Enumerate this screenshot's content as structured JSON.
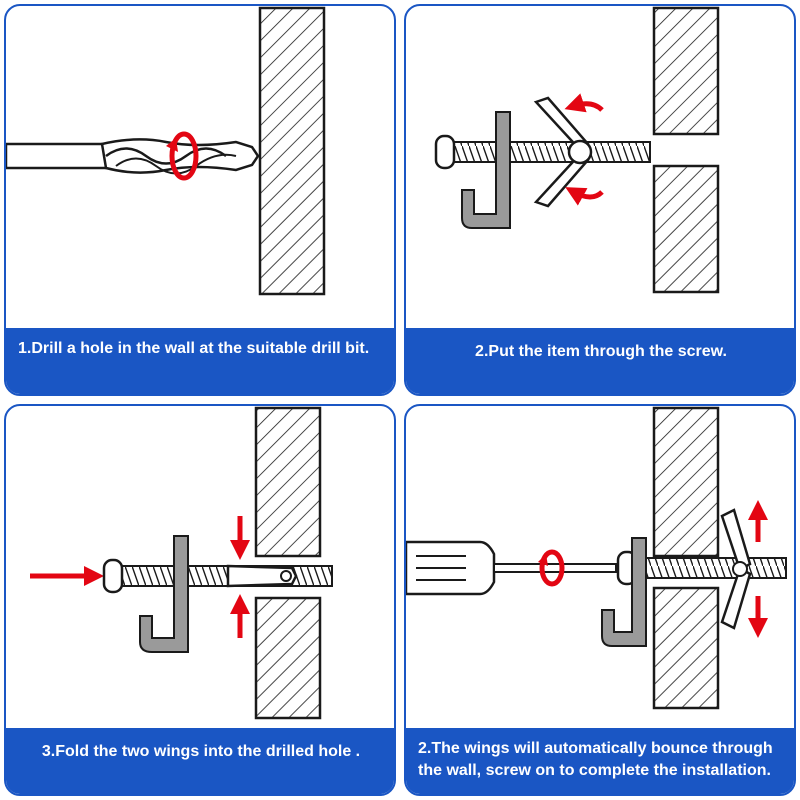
{
  "colors": {
    "accent": "#1a56c4",
    "arrow": "#e30613",
    "line": "#1a1a1a",
    "hook": "#9a9a9a"
  },
  "panels": [
    {
      "caption": "1.Drill a hole in the wall at the suitable drill bit."
    },
    {
      "caption": "2.Put the item through the screw."
    },
    {
      "caption": "3.Fold the two wings into the drilled hole ."
    },
    {
      "caption": "2.The wings will automatically bounce through the wall, screw on to complete the installation."
    }
  ],
  "icons": [
    "drill-bit-icon",
    "rotation-arrow-icon",
    "wall-icon",
    "screw-icon",
    "toggle-wing-icon",
    "hook-icon",
    "push-arrow-icon",
    "screwdriver-icon"
  ]
}
